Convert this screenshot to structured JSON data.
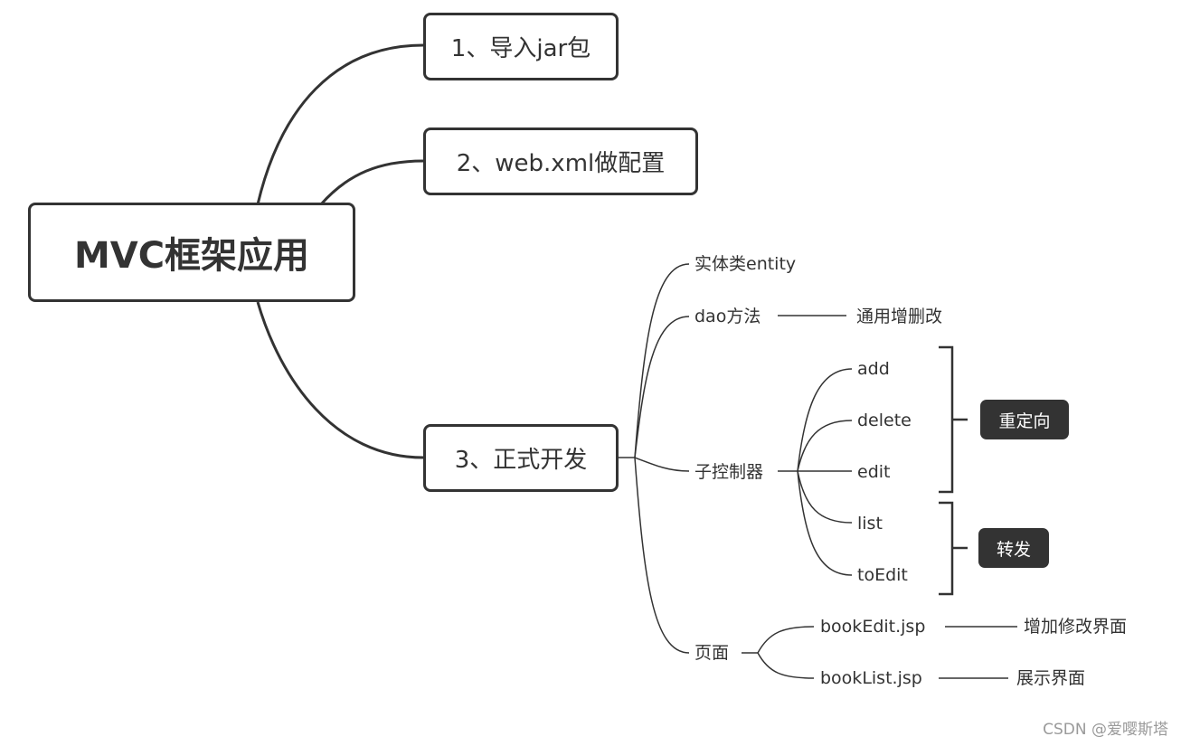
{
  "root": {
    "label": "MVC框架应用"
  },
  "branches": [
    {
      "label": "1、导入jar包"
    },
    {
      "label": "2、web.xml做配置"
    },
    {
      "label": "3、正式开发",
      "children": {
        "entity": {
          "label": "实体类entity"
        },
        "dao": {
          "label": "dao方法",
          "child": "通用增删改"
        },
        "controller": {
          "label": "子控制器",
          "methods": [
            "add",
            "delete",
            "edit",
            "list",
            "toEdit"
          ],
          "groups": [
            {
              "label": "重定向",
              "members": [
                "add",
                "delete",
                "edit"
              ]
            },
            {
              "label": "转发",
              "members": [
                "list",
                "toEdit"
              ]
            }
          ]
        },
        "pages": {
          "label": "页面",
          "items": [
            {
              "label": "bookEdit.jsp",
              "note": "增加修改界面"
            },
            {
              "label": "bookList.jsp",
              "note": "展示界面"
            }
          ]
        }
      }
    }
  ],
  "watermark": "CSDN @爱嘤斯塔"
}
